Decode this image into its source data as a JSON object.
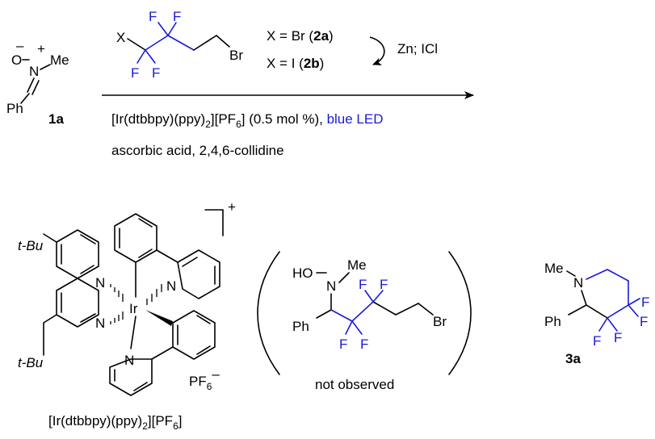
{
  "nitrone": {
    "charge_minus": "–",
    "o": "O",
    "charge_plus": "+",
    "n": "N",
    "me": "Me",
    "ph": "Ph",
    "label": "1a"
  },
  "reagent": {
    "x": "X",
    "f1": "F",
    "f2": "F",
    "f3": "F",
    "f4": "F",
    "br": "Br",
    "line1_pre": "X = Br (",
    "line1_bold": "2a",
    "line1_post": ")",
    "line2_pre": "X = I (",
    "line2_bold": "2b",
    "line2_post": ")",
    "conversion": "Zn; ICl"
  },
  "conditions": {
    "line1_pre": "[Ir(dtbbpy)(ppy)",
    "line1_sub": "2",
    "line1_mid": "][PF",
    "line1_sub2": "6",
    "line1_post": "] (0.5 mol %), ",
    "line1_blue": "blue LED",
    "line2": "ascorbic acid, 2,4,6-collidine"
  },
  "catalyst": {
    "tbu1": "t-Bu",
    "tbu2": "t-Bu",
    "n1": "N",
    "n2": "N",
    "n3": "N",
    "n4": "N",
    "ir": "Ir",
    "charge": "+",
    "counterion": "PF",
    "counterion_sub": "6",
    "counterion_charge": "–",
    "name_pre": "[Ir(dtbbpy)(ppy)",
    "name_sub": "2",
    "name_mid": "][PF",
    "name_sub2": "6",
    "name_post": "]"
  },
  "intermediate": {
    "ho": "HO",
    "n": "N",
    "me": "Me",
    "ph": "Ph",
    "f1": "F",
    "f2": "F",
    "f3": "F",
    "f4": "F",
    "br": "Br",
    "note": "not observed"
  },
  "product": {
    "me": "Me",
    "n": "N",
    "ph": "Ph",
    "f1": "F",
    "f2": "F",
    "f3": "F",
    "f4": "F",
    "label": "3a"
  }
}
